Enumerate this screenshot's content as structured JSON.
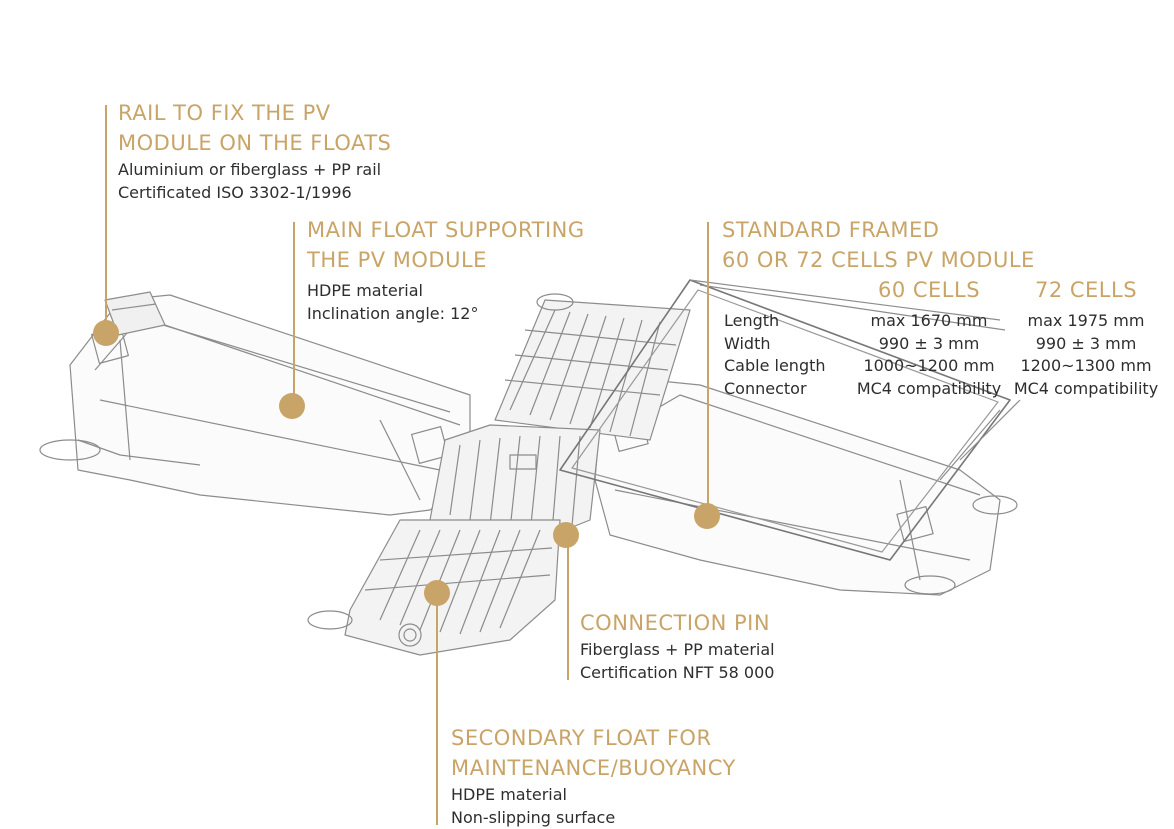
{
  "callouts": {
    "rail": {
      "title_line1": "Rail to fix the PV",
      "title_line2": "module on the floats",
      "desc_line1": "Aluminium or fiberglass + PP rail",
      "desc_line2": "Certificated ISO 3302-1/1996"
    },
    "main_float": {
      "title_line1": "Main float supporting",
      "title_line2": "the PV module",
      "desc_line1": "HDPE material",
      "desc_line2": "Inclination angle: 12°"
    },
    "pv_module": {
      "title_line1": "Standard framed",
      "title_line2": "60 or 72 cells PV module"
    },
    "connection_pin": {
      "title_line1": "Connection pin",
      "desc_line1": "Fiberglass + PP material",
      "desc_line2": "Certification NFT 58 000"
    },
    "secondary_float": {
      "title_line1": "Secondary float for",
      "title_line2": "maintenance/buoyancy",
      "desc_line1": "HDPE material",
      "desc_line2": "Non-slipping surface"
    }
  },
  "spec_table": {
    "columns": [
      "60 cells",
      "72 cells"
    ],
    "rows": [
      {
        "label": "Length",
        "c60": "max 1670 mm",
        "c72": "max 1975 mm"
      },
      {
        "label": "Width",
        "c60": "990 ± 3 mm",
        "c72": "990 ± 3 mm"
      },
      {
        "label": "Cable length",
        "c60": "1000~1200 mm",
        "c72": "1200~1300 mm"
      },
      {
        "label": "Connector",
        "c60": "MC4 compatibility",
        "c72": "MC4 compatibility"
      }
    ]
  },
  "colors": {
    "accent": "#c9a468",
    "text": "#2e2e2e",
    "drawing_line": "#8c8c8c"
  }
}
